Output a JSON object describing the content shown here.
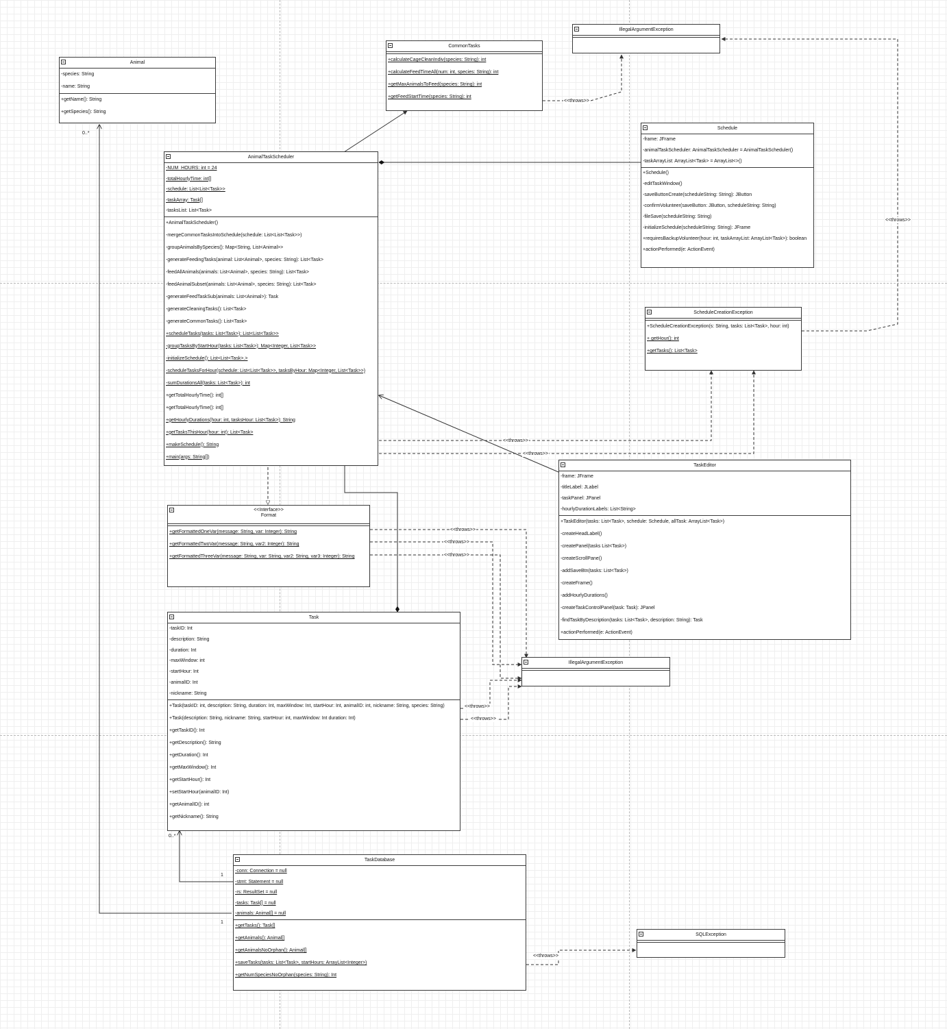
{
  "classes": {
    "illegal_arg_top": {
      "title": "IllegalArgumentException",
      "attributes": [],
      "methods": []
    },
    "common_tasks": {
      "title": "CommonTasks",
      "attributes": [],
      "methods": [
        "+calculateCageCleanIndiv(species: String): int",
        "+calculateFeedTimeAll(num: int, species: String): int",
        "+getMaxAnimalsToFeed(species: String): int",
        "+getFeedStartTime(species: String): int"
      ]
    },
    "animal": {
      "title": "Animal",
      "attributes": [
        "-species: String",
        "-name: String"
      ],
      "methods": [
        "+getName(): String",
        "+getSpecies(): String"
      ]
    },
    "schedule": {
      "title": "Schedule",
      "attributes": [
        "-frame: JFrame",
        "-animalTaskScheduler: AnimalTaskScheduler = AnimalTaskScheduler()",
        "-taskArrayList: ArrayList<Task> = ArrayList<>()"
      ],
      "methods": [
        "+Schedule()",
        "-editTaskWindow()",
        "-saveButtonCreate(scheduleString: String):   JButton",
        "-confirmVolunteer(saveButton: JButton, scheduleString: String)",
        "-fileSave(scheduleString: String)",
        "-initializeSchedule(scheduleString: String): JFrame",
        "+requiresBackupVolunteer(hour: int, taskArrayList: ArrayList<Task>): boolean",
        "+actionPerformed(e: ActionEvent)"
      ]
    },
    "animal_task_scheduler": {
      "title": "AnimalTaskScheduler",
      "attributes": [
        "-NUM_HOURS: int = 24",
        "-totalHourlyTime: int[]",
        "-schedule: List<List<Task>>",
        "-taskArray: Task[]",
        "-tasksList: List<Task>"
      ],
      "methods": [
        "+AnimalTaskScheduler()",
        "-mergeCommonTasksIntoSchedule(schedule: List<List<Task>>)",
        "-groupAnimalsBySpecies(): Map<String, List<Animal>>",
        "-generateFeedingTasks(animal: List<Animal>, species: String): List<Task>",
        "-feedAllAnimals(animals: List<Animal>, species: String): List<Task>",
        "-feedAnimalSubset(animals: List<Animal>, species: String): List<Task>",
        "-generateFeedTaskSub(animals: List<Animal>): Task",
        "-generateCleaningTasks(): List<Task>",
        "-generateCommonTasks(): List<Task>",
        "+scheduleTasks(tasks: List<Task>): List<List<Task>>",
        "-groupTasksByStartHour(tasks: List<Task>): Map<Integer, List<Task>>",
        "-initializeSchedule(): List<List<Task>.>",
        "-scheduleTasksForHour(schedule: List<List<Task>>, tasksByHour: Map<Integer, List<Task>>)",
        "-sumDurationsAll(tasks: List<Task>): int",
        "+getTotalHourlyTime(): int[]",
        "+getTotalHourlyTime(): int[]",
        "+getHourlyDurations(hour: int, tasksHour: List<Task>): String",
        "+getTasksThisHour(hour: int): List<Task>",
        "+makeSchedule(): String",
        "+main(args: String[])"
      ]
    },
    "schedule_creation_exception": {
      "title": "ScheduleCreationException",
      "attributes": [],
      "methods": [
        "+ScheduleCreationException(s:  String, tasks: List<Task>, hour: int)",
        "+ getHour(): int",
        "+getTasks(): List<Task>"
      ]
    },
    "task_editor": {
      "title": "TaskEditor",
      "attributes": [
        "-frame: JFrame",
        "-titleLabel: JLabel",
        "-taskPanel: JPanel",
        "-hourlyDurationLabels: List<String>"
      ],
      "methods": [
        "+TaskEditor(tasks: List<Task>, schedule: Schedule, allTask: ArrayList<Task>)",
        "-createHeadLabel()",
        "-createPanel(tasks List<Task>)",
        "-createScrollPane()",
        "-addSaveBtn(tasks: List<Task>)",
        "-createFrame()",
        "-addHourlyDurations()",
        "-createTaskControlPanel(task: Task): JPanel",
        "-findTaskByDescription(tasks: List<Task>, description: String): Task",
        "+actionPerformed(e: ActionEvent)"
      ]
    },
    "format": {
      "stereotype": "<<Interface>>",
      "title": "Format",
      "attributes": [],
      "methods": [
        "+getFormattedOneVar(message: String, var: Integer): String",
        "+getFormattedTwoVar(message: String, var2: Integer): String",
        "+getFormattedThreeVar(message: String, var: String, var2: String, var3: Integer): String"
      ]
    },
    "task": {
      "title": "Task",
      "attributes": [
        "-taskID: Int",
        "-description: String",
        "-duration: Int",
        "-maxWindow: int",
        "-startHour: Int",
        "-animalID: Int",
        "-nickname: String"
      ],
      "methods": [
        "+Task(taskID: int, description: String, duration: Int, maxWindow: Int, startHour: Int, animalID: int, nickname: String, species: String)",
        "+Task(description: String, nickname: String, startHour: int, maxWindow: Int duration: Int)",
        "+getTaskID(): Int",
        "+getDescription(): String",
        "+getDuration(): Int",
        "+getMaxWindow(): Int",
        "+getStartHour(): Int",
        "+setStartHour(animalID: Int)",
        "+getAnimalID(): int",
        "+getNickname(): String"
      ]
    },
    "illegal_arg_mid": {
      "title": "IllegalArgumentException",
      "attributes": [],
      "methods": []
    },
    "task_database": {
      "title": "TaskDatabase",
      "attributes": [
        "-conn: Connection = null",
        "-stmt: Statement = null",
        "-rs: ResultSet = null",
        "-tasks: Task[] = null",
        "-animals: Animal[] = null"
      ],
      "methods": [
        "+getTasks(): Task[]",
        "+getAnimals(): Animal[]",
        "+getAnimalsNoOrphan(): Animal[]",
        "+saveTasks(tasks: List<Task>, startHours: ArrayList<Integer>)",
        "+getNumSpeciesNoOrphan(species: String): Int"
      ]
    },
    "sql_exception": {
      "title": "SQLException",
      "attributes": [],
      "methods": []
    }
  },
  "edge_labels": {
    "common_throws": "<<throws>>",
    "schedule_exc_throws": "<<throws>>",
    "ats_throws_1": "<<throws>>",
    "ats_throws_2": "<<throws>>",
    "format_throws_1": "<<throws>>",
    "format_throws_2": "<<throws>>",
    "format_throws_3": "<<throws>>",
    "task_throws_1": "<<throws>>",
    "task_throws_2": "<<throws>>",
    "db_throws": "<<throws>>"
  },
  "multiplicities": {
    "animal_many": "0..*",
    "task_many": "0..*",
    "db_task_one": "1",
    "db_animal_one": "1"
  }
}
